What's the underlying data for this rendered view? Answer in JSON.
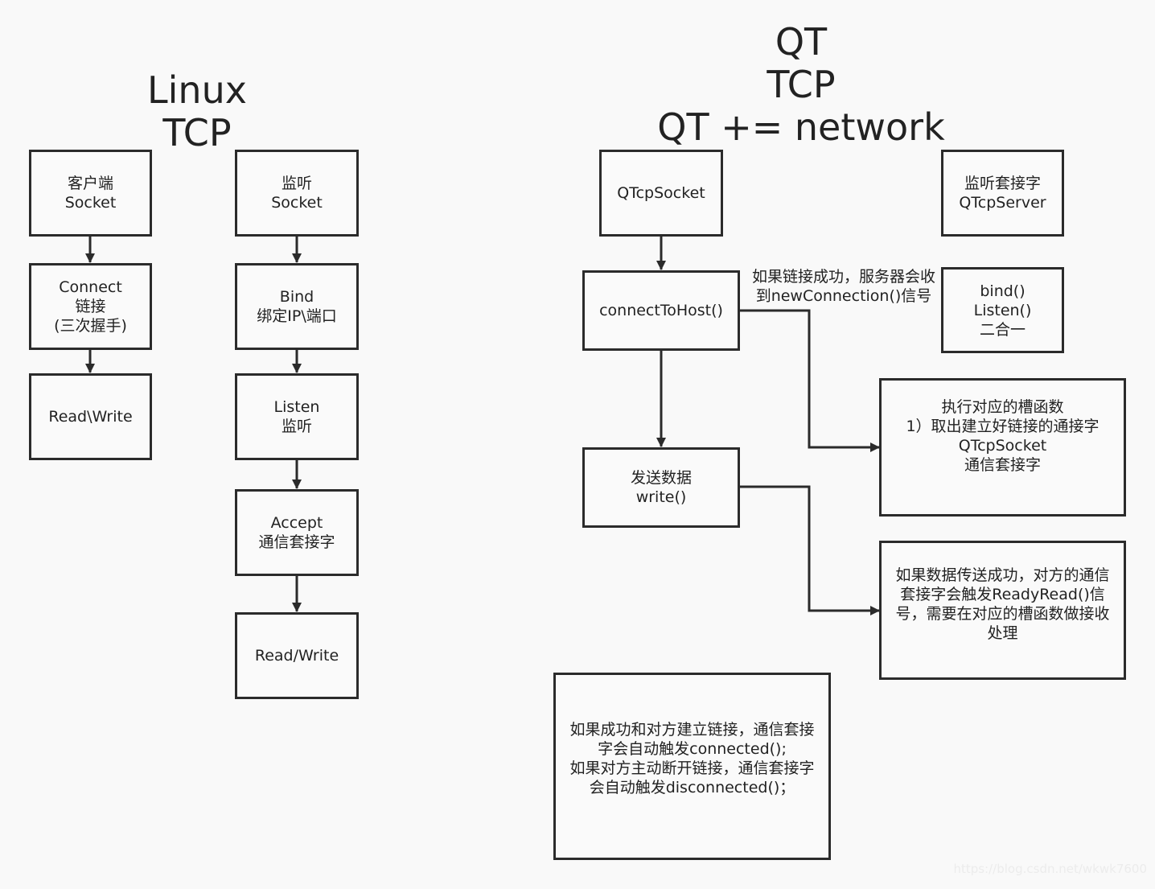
{
  "titles": {
    "linux": [
      "Linux",
      "TCP"
    ],
    "qt": [
      "QT",
      "TCP",
      "QT += network"
    ]
  },
  "linux_client": {
    "socket": [
      "客户端",
      "Socket"
    ],
    "connect": [
      "Connect",
      "链接",
      "(三次握手)"
    ],
    "readwrite": [
      "Read\\Write"
    ]
  },
  "linux_server": {
    "socket": [
      "监听",
      "Socket"
    ],
    "bind": [
      "Bind",
      "绑定IP\\端口"
    ],
    "listen": [
      "Listen",
      "监听"
    ],
    "accept": [
      "Accept",
      "通信套接字"
    ],
    "readwrite": [
      "Read/Write"
    ]
  },
  "qt_client": {
    "socket": [
      "QTcpSocket"
    ],
    "connect": [
      "connectToHost()"
    ],
    "write": [
      "发送数据",
      "write()"
    ]
  },
  "qt_server": {
    "server": [
      "监听套接字",
      "QTcpServer"
    ],
    "bind": [
      "bind()",
      "Listen()",
      "二合一"
    ],
    "slot": [
      "执行对应的槽函数",
      "1）取出建立好链接的通接字",
      "QTcpSocket",
      "通信套接字"
    ],
    "readyread": [
      "如果数据传送成功，对方的通信",
      "套接字会触发ReadyRead()信",
      "号，需要在对应的槽函数做接收",
      "处理"
    ]
  },
  "notes": {
    "new_connection": [
      "如果链接成功，服务器会收",
      "到newConnection()信号"
    ],
    "connected": [
      "如果成功和对方建立链接，通信套接",
      "字会自动触发connected();",
      "如果对方主动断开链接，通信套接字",
      "会自动触发disconnected()；"
    ]
  },
  "watermark": "https://blog.csdn.net/wkwk7600",
  "colors": {
    "stroke": "#2b2b2b",
    "background": "#f9f9f9"
  }
}
